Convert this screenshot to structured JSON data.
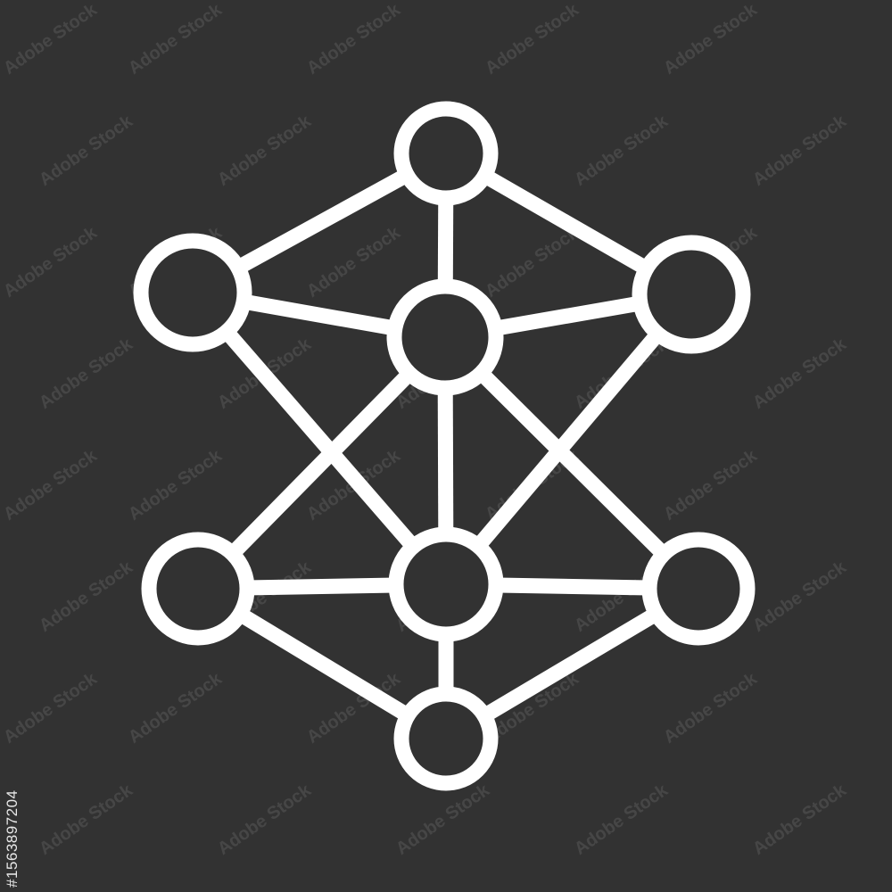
{
  "colors": {
    "background": "#323232",
    "stroke": "#ffffff",
    "watermark": "rgba(255,255,255,0.10)"
  },
  "watermark": {
    "text": "Adobe Stock"
  },
  "stock_id": "#156389720​4",
  "diagram": {
    "icon": "network-graph-icon",
    "nodes": [
      "top",
      "upper-left",
      "upper-center",
      "upper-right",
      "lower-left",
      "lower-center",
      "lower-right",
      "bottom"
    ],
    "edges": [
      [
        "top",
        "upper-left"
      ],
      [
        "top",
        "upper-center"
      ],
      [
        "top",
        "upper-right"
      ],
      [
        "upper-left",
        "upper-center"
      ],
      [
        "upper-center",
        "upper-right"
      ],
      [
        "upper-left",
        "lower-center"
      ],
      [
        "upper-right",
        "lower-center"
      ],
      [
        "upper-center",
        "lower-left"
      ],
      [
        "upper-center",
        "lower-right"
      ],
      [
        "upper-center",
        "lower-center"
      ],
      [
        "lower-left",
        "lower-center"
      ],
      [
        "lower-center",
        "lower-right"
      ],
      [
        "lower-left",
        "bottom"
      ],
      [
        "lower-center",
        "bottom"
      ],
      [
        "lower-right",
        "bottom"
      ]
    ]
  }
}
